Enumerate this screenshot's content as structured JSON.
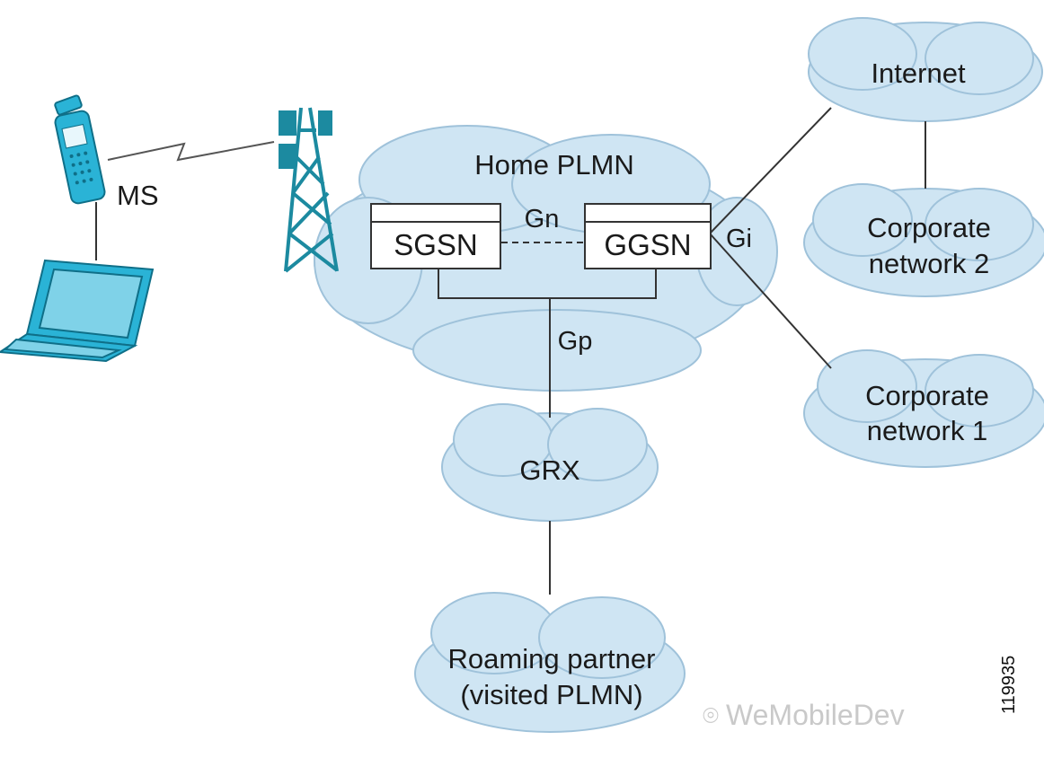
{
  "labels": {
    "ms": "MS",
    "home_plmn": "Home PLMN",
    "sgsn": "SGSN",
    "ggsn": "GGSN",
    "gn": "Gn",
    "gi": "Gi",
    "gp": "Gp",
    "internet": "Internet",
    "corporate2_line1": "Corporate",
    "corporate2_line2": "network 2",
    "corporate1_line1": "Corporate",
    "corporate1_line2": "network 1",
    "grx": "GRX",
    "roaming_line1": "Roaming partner",
    "roaming_line2": "(visited PLMN)"
  },
  "figure_number": "119935",
  "watermark": "WeMobileDev",
  "colors": {
    "cloud_fill": "#cfe5f3",
    "cloud_stroke": "#9fc2da",
    "device_blue": "#2ab3d6",
    "tower_teal": "#1c8aa0",
    "line": "#333333"
  }
}
